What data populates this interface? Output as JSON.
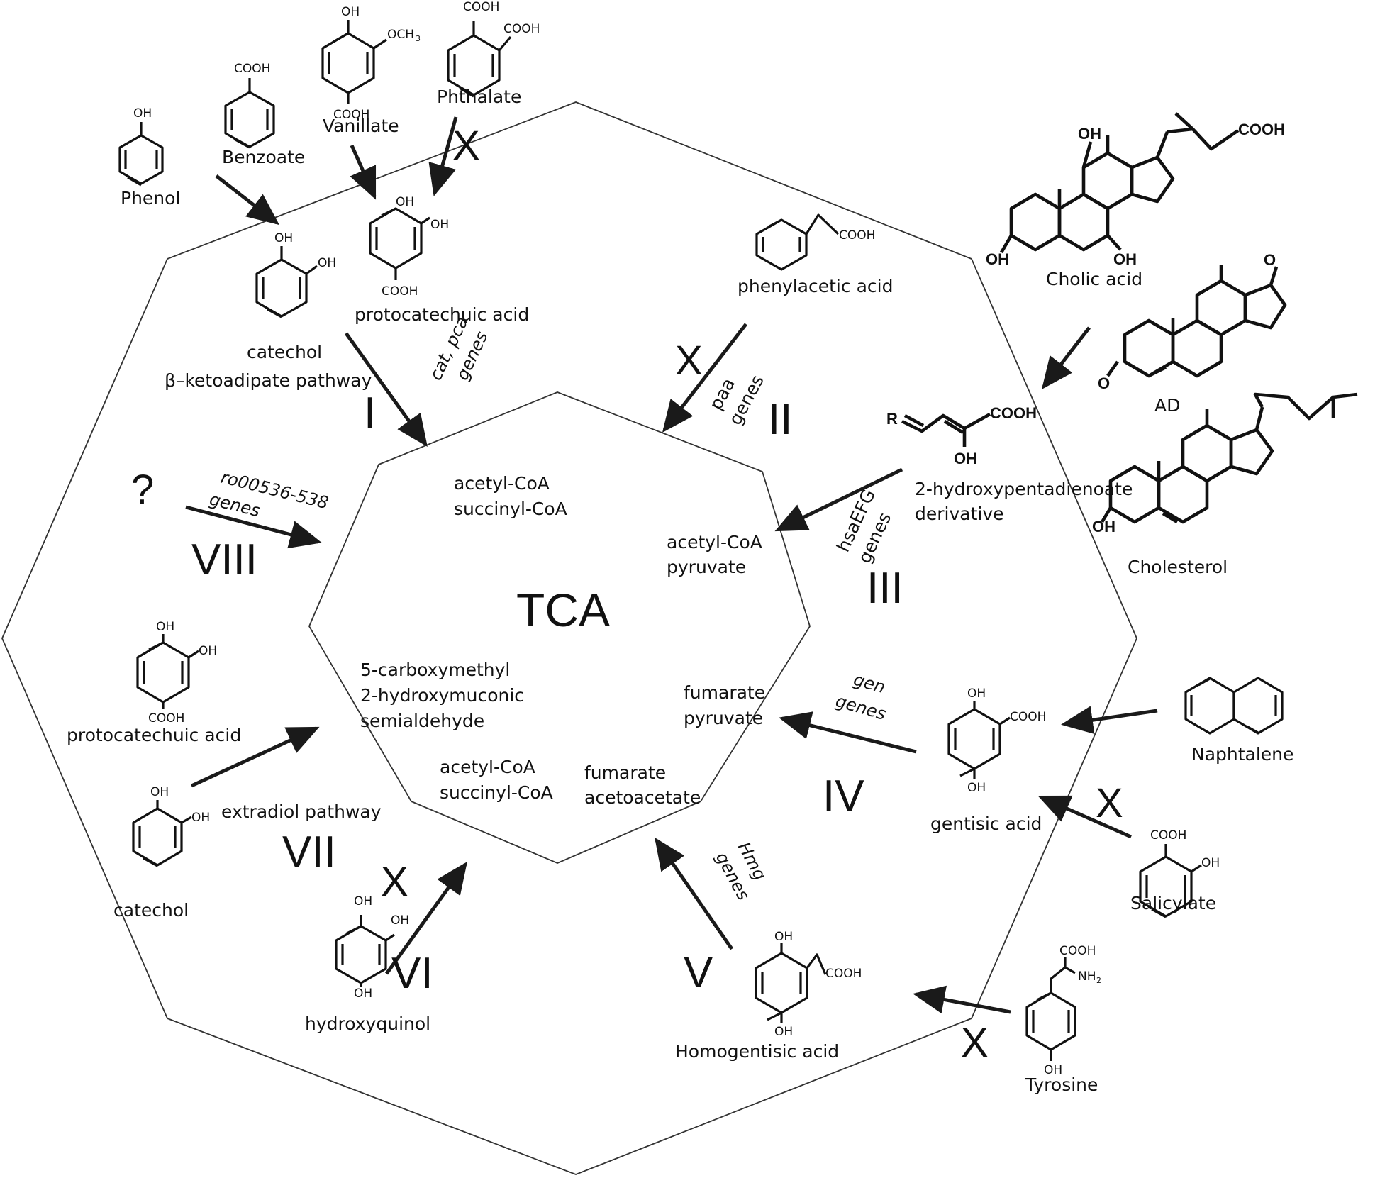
{
  "center": {
    "label": "TCA"
  },
  "products": [
    {
      "line1": "acetyl-CoA",
      "line2": "succinyl-CoA"
    },
    {
      "line1": "acetyl-CoA",
      "line2": "pyruvate"
    },
    {
      "line1": "fumarate",
      "line2": "pyruvate"
    },
    {
      "line1": "fumarate",
      "line2": "acetoacetate"
    },
    {
      "line1": "acetyl-CoA",
      "line2": "succinyl-CoA"
    },
    {
      "line1": "5-carboxymethyl",
      "line2": "2-hydroxymuconic",
      "line3": "semialdehyde"
    }
  ],
  "pathways": {
    "I": {
      "numeral": "I",
      "genes_line1": "cat, pca",
      "genes_line2": "genes",
      "intermediate_1": "catechol",
      "intermediate_2": "protocatechuic acid",
      "pathway_line1": "catechol",
      "pathway_line2": "β–ketoadipate pathway"
    },
    "II": {
      "numeral": "II",
      "genes_line1": "paa",
      "genes_line2": "genes",
      "intermediate": "phenylacetic acid",
      "blocked": "X"
    },
    "III": {
      "numeral": "III",
      "genes_line1": "hsaEFG",
      "genes_line2": "genes",
      "intermediate_line1": "2-hydroxypentadienoate",
      "intermediate_line2": "derivative",
      "r_group": "R"
    },
    "IV": {
      "numeral": "IV",
      "genes_line1": "gen",
      "genes_line2": "genes",
      "intermediate": "gentisic acid"
    },
    "V": {
      "numeral": "V",
      "genes_line1": "Hmg",
      "genes_line2": "genes",
      "intermediate": "Homogentisic acid"
    },
    "VI": {
      "numeral": "VI",
      "intermediate": "hydroxyquinol",
      "blocked": "X"
    },
    "VII": {
      "numeral": "VII",
      "pathway": "extradiol pathway",
      "intermediate_1": "protocatechuic acid",
      "intermediate_2": "catechol"
    },
    "VIII": {
      "numeral": "VIII",
      "genes_line1": "ro00536-538",
      "genes_line2": "genes",
      "unknown": "?"
    }
  },
  "substrates": {
    "phenol": "Phenol",
    "benzoate": "Benzoate",
    "vanillate": "Vanillate",
    "phthalate": "Phthalate",
    "cholic_acid": "Cholic acid",
    "ad": "AD",
    "cholesterol": "Cholesterol",
    "naphtalene": "Naphtalene",
    "salicylate": "Salicylate",
    "tyrosine": "Tyrosine"
  },
  "blocked_marks": {
    "phthalate": "X",
    "salicylate": "X",
    "tyrosine": "X"
  },
  "groups": {
    "oh": "OH",
    "cooh": "COOH",
    "och3": "OCH",
    "och3_sub": "3",
    "nh2": "NH",
    "nh2_sub": "2",
    "o": "O"
  }
}
